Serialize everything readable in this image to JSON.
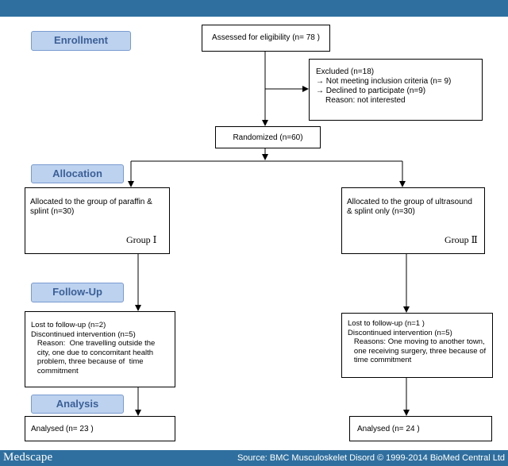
{
  "phases": {
    "enrollment": "Enrollment",
    "allocation": "Allocation",
    "follow_up": "Follow-Up",
    "analysis": "Analysis"
  },
  "assessed": "Assessed for eligibility (n= 78 )",
  "excluded": {
    "title": "Excluded  (n=18)",
    "items": [
      "→  Not meeting inclusion criteria (n= 9)",
      "→  Declined to participate (n=9)",
      "Reason:  not interested"
    ]
  },
  "randomized": "Randomized (n=60)",
  "group1": {
    "lines": [
      "Allocated to the group of paraffin &",
      "splint (n=30)"
    ],
    "label": "Group Ⅰ"
  },
  "group2": {
    "lines": [
      "Allocated to the group of ultrasound",
      "& splint only (n=30)"
    ],
    "label": "Group Ⅱ"
  },
  "followup1": {
    "lines": [
      "Lost to follow-up (n=2)",
      "Discontinued intervention (n=5)",
      "   Reason:  One travelling outside the",
      "   city, one due to concomitant health",
      "   problem, three because of  time",
      "   commitment"
    ]
  },
  "followup2": {
    "lines": [
      "Lost to follow-up (n=1 )",
      "Discontinued intervention (n=5)",
      "   Reasons: One moving to another town,",
      "   one receiving surgery, three because of",
      "   time commitment"
    ]
  },
  "analysed1": "Analysed  (n= 23 )",
  "analysed2": "Analysed  (n= 24 )",
  "footer": {
    "brand": "Medscape",
    "source": "Source: BMC Musculoskelet Disord © 1999-2014 BioMed Central Ltd"
  }
}
